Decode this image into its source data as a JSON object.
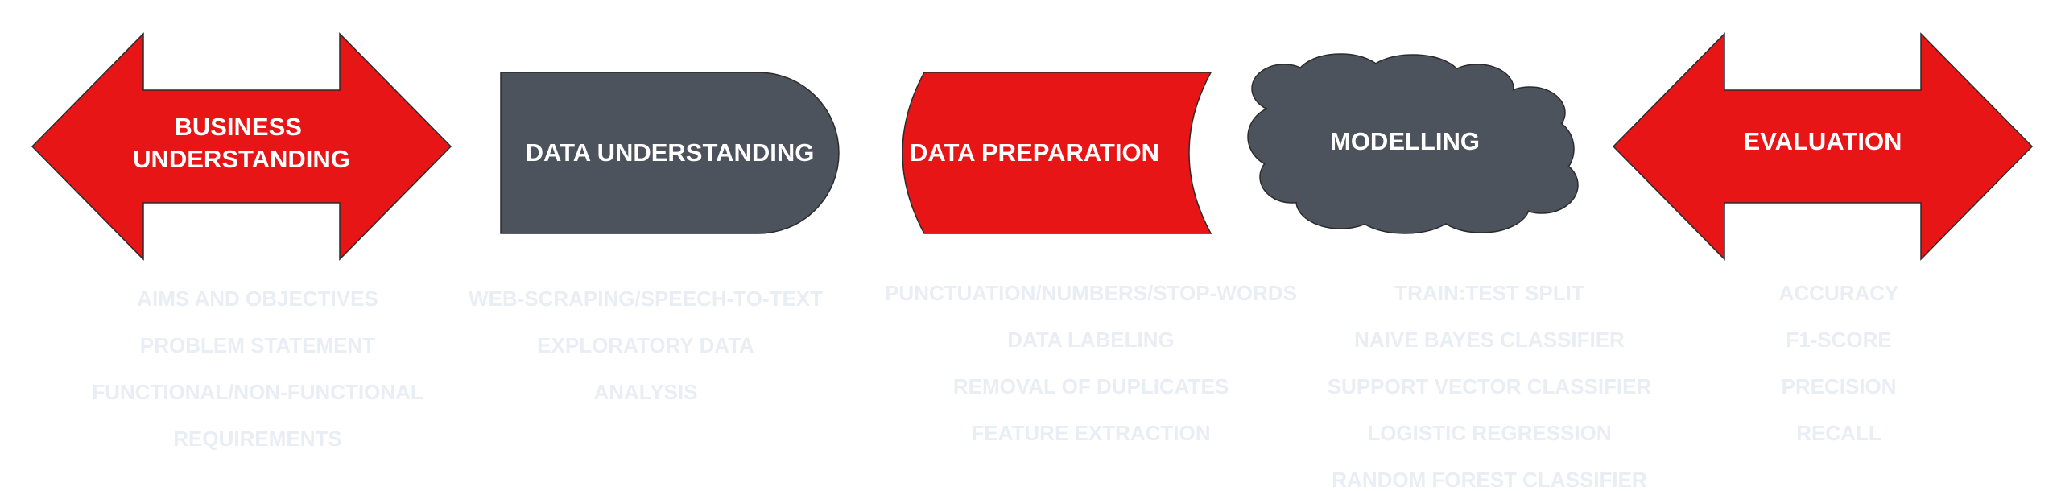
{
  "colors": {
    "red": "#e81517",
    "gray": "#4d535d",
    "light_text": "#e9edf4",
    "white": "#ffffff"
  },
  "stages": [
    {
      "shape": "double-arrow",
      "color": "red",
      "title_lines": [
        "BUSINESS",
        "UNDERSTANDING"
      ],
      "items": [
        "AIMS AND OBJECTIVES",
        "PROBLEM STATEMENT",
        "FUNCTIONAL/NON-FUNCTIONAL",
        "REQUIREMENTS"
      ]
    },
    {
      "shape": "delay",
      "color": "gray",
      "title_lines": [
        "DATA UNDERSTANDING"
      ],
      "items": [
        "WEB-SCRAPING/SPEECH-TO-TEXT",
        "EXPLORATORY DATA",
        "ANALYSIS"
      ]
    },
    {
      "shape": "stored-data",
      "color": "red",
      "title_lines": [
        "DATA PREPARATION"
      ],
      "items": [
        "PUNCTUATION/NUMBERS/STOP-WORDS",
        "DATA LABELING",
        "REMOVAL OF DUPLICATES",
        "FEATURE EXTRACTION"
      ]
    },
    {
      "shape": "cloud",
      "color": "gray",
      "title_lines": [
        "MODELLING"
      ],
      "items": [
        "TRAIN:TEST SPLIT",
        "NAIVE BAYES CLASSIFIER",
        "SUPPORT VECTOR CLASSIFIER",
        "LOGISTIC REGRESSION",
        "RANDOM FOREST CLASSIFIER"
      ]
    },
    {
      "shape": "double-arrow",
      "color": "red",
      "title_lines": [
        "EVALUATION"
      ],
      "items": [
        "ACCURACY",
        "F1-SCORE",
        "PRECISION",
        "RECALL"
      ]
    }
  ]
}
